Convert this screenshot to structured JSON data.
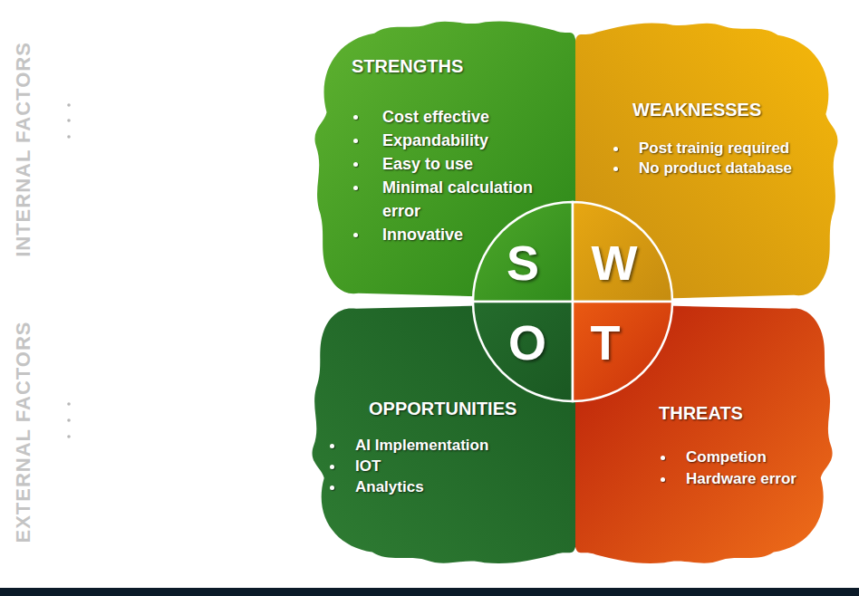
{
  "diagram": {
    "nodes": [
      {
        "text": [
          "STRENGTHS",
          "Cost effective",
          "Expandability",
          "Easy to use",
          "Minimal calculation error",
          "Innovative"
        ]
      },
      {
        "text": [
          "WEAKNESSES",
          "Post trainig required",
          "No product database"
        ]
      },
      {
        "text": [
          "OPPORTUNITIES",
          "AI Implementation",
          "IOT",
          "Analytics"
        ]
      },
      {
        "text": [
          "THREATS",
          "Competion",
          "Hardware error"
        ]
      },
      {
        "text": [
          "S"
        ]
      },
      {
        "text": [
          "W"
        ]
      },
      {
        "text": [
          "O"
        ]
      },
      {
        "text": [
          "T"
        ]
      }
    ],
    "labels": [
      "INTERNAL FACTORS",
      "EXTERNAL FACTORS"
    ]
  }
}
